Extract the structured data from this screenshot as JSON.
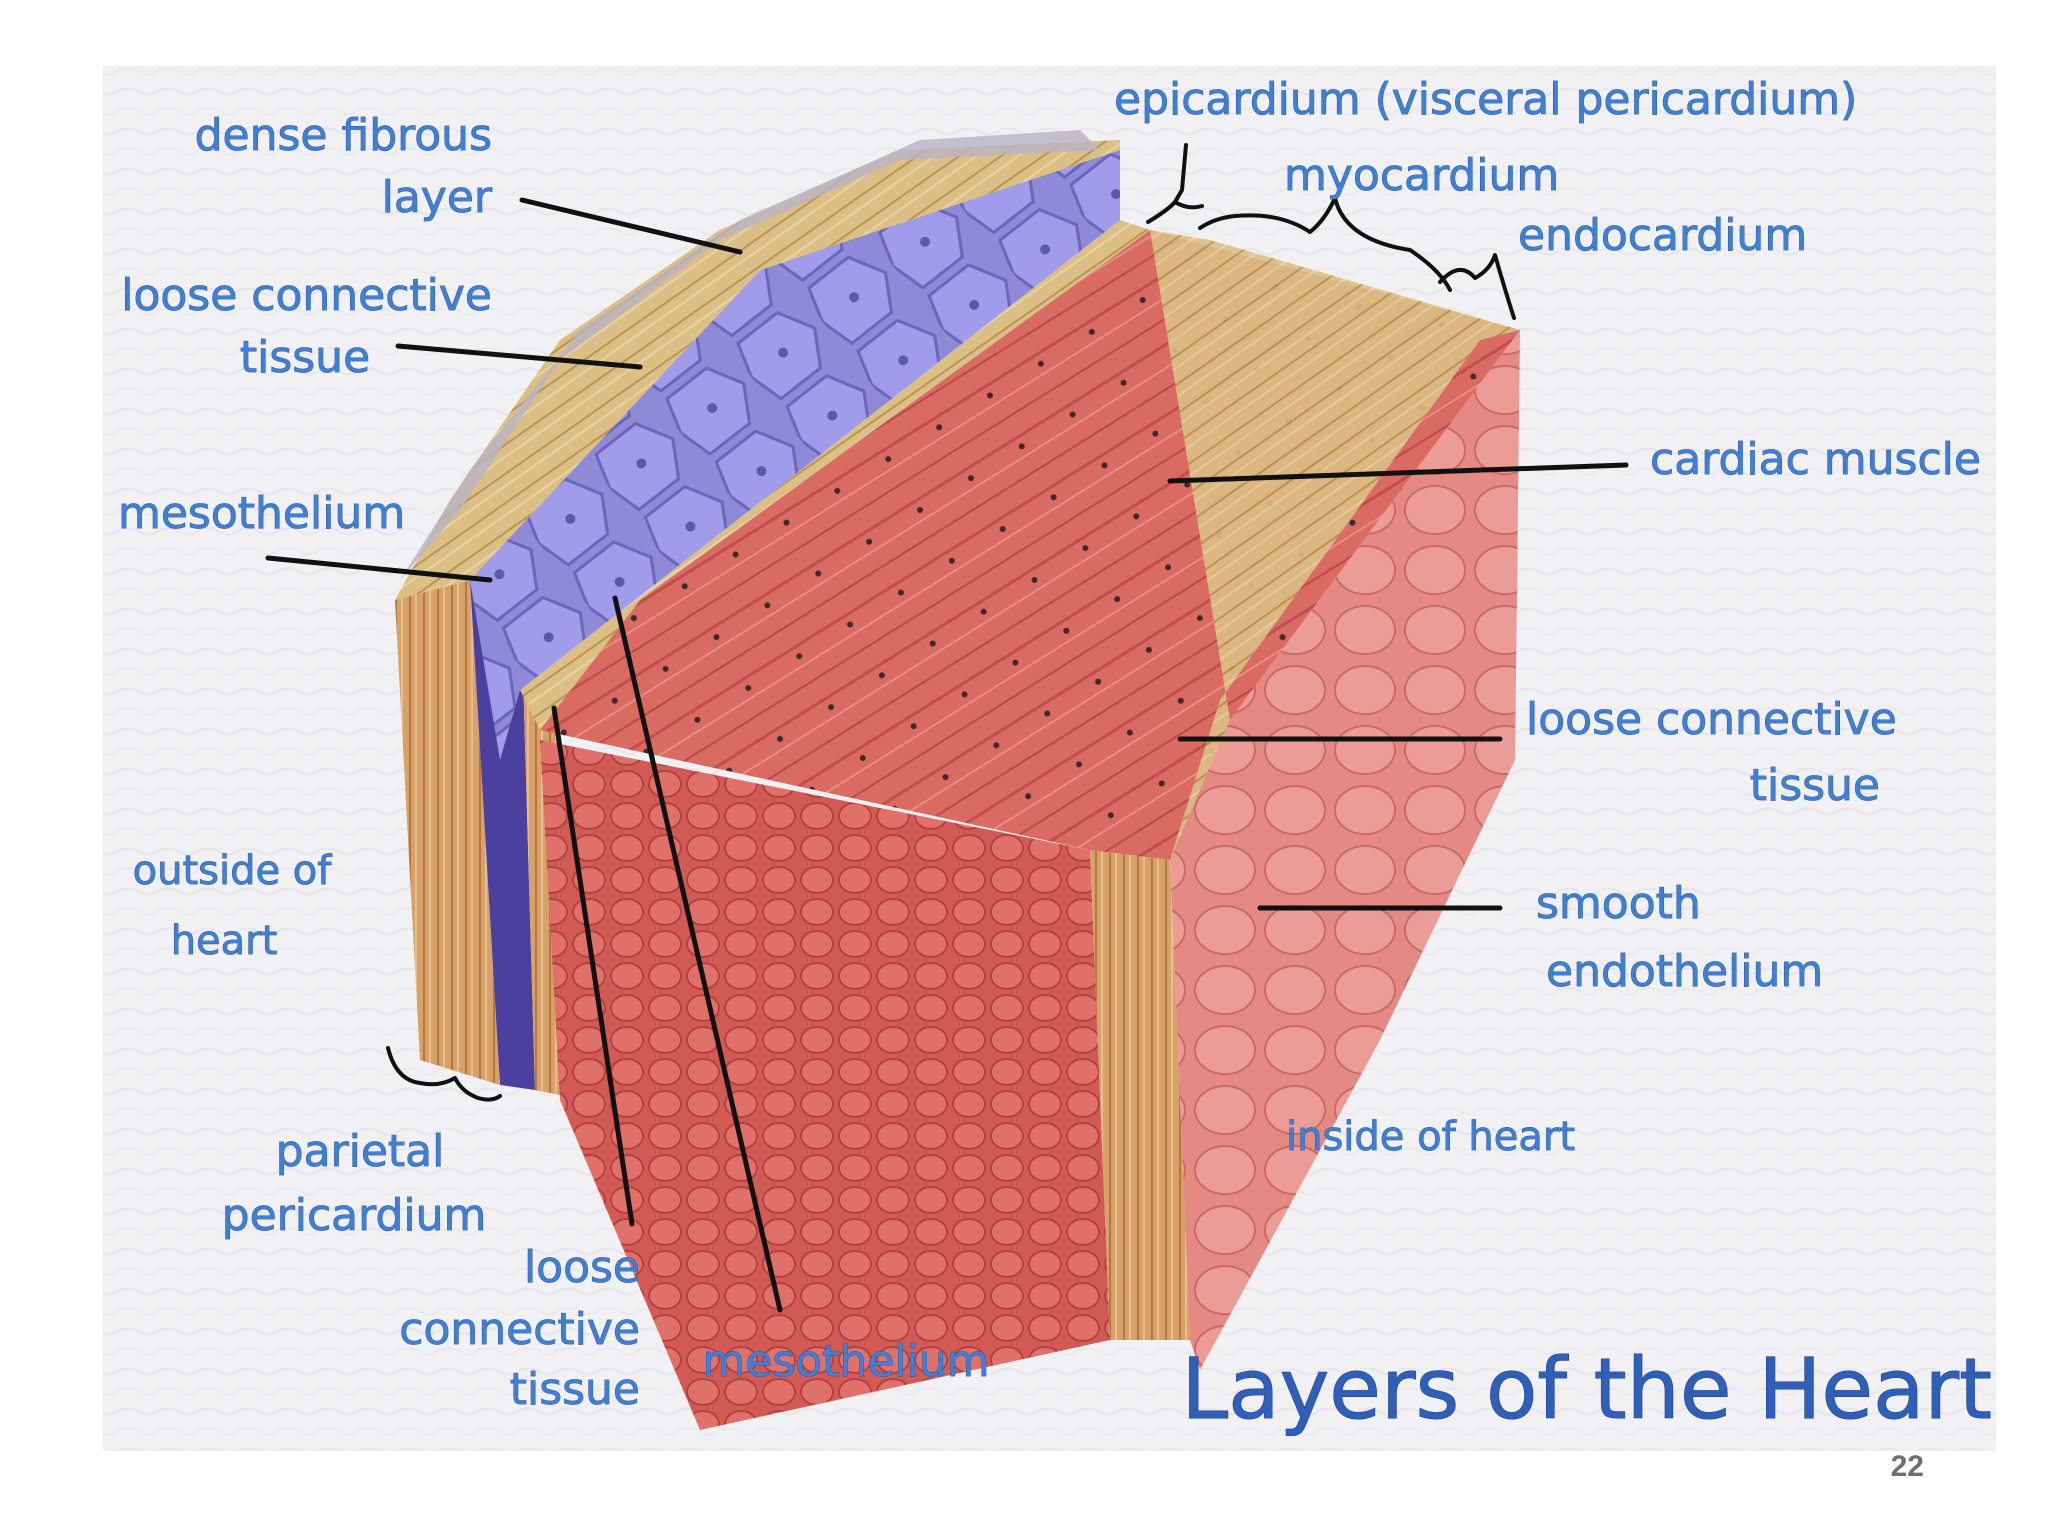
{
  "slide": {
    "page_number": "22",
    "title": "Layers of the Heart"
  },
  "labels": {
    "dense_fibrous_1": "dense fibrous",
    "dense_fibrous_2": "layer",
    "loose_ct_left_1": "loose connective",
    "loose_ct_left_2": "tissue",
    "mesothelium_left": "mesothelium",
    "outside_1": "outside of",
    "outside_2": "heart",
    "parietal_1": "parietal",
    "parietal_2": "pericardium",
    "loose_ct_bottom_1": "loose",
    "loose_ct_bottom_2": "connective",
    "loose_ct_bottom_3": "tissue",
    "mesothelium_bottom": "mesothelium",
    "epicardium": "epicardium (visceral pericardium)",
    "myocardium": "myocardium",
    "endocardium": "endocardium",
    "cardiac_muscle": "cardiac muscle",
    "loose_ct_right_1": "loose connective",
    "loose_ct_right_2": "tissue",
    "smooth_1": "smooth",
    "smooth_2": "endothelium",
    "inside": "inside of heart"
  },
  "colors": {
    "label_blue": "#3f7fd6",
    "background": "#f2f2f4",
    "muscle": "#d8605c",
    "mesothelium_cells": "#8c86d6",
    "connective": "#d9b97a"
  }
}
